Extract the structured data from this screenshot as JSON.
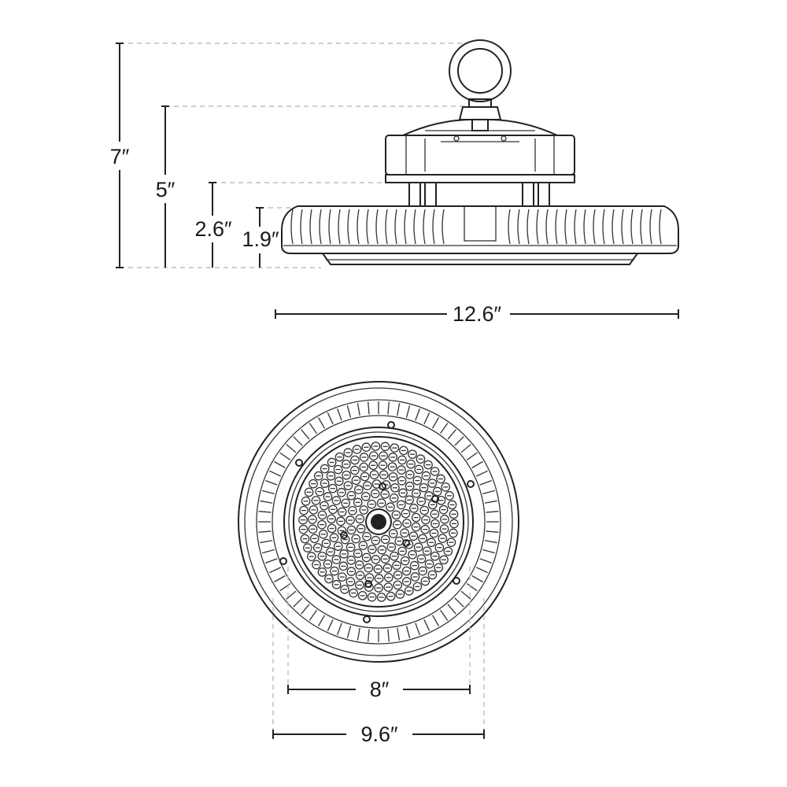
{
  "dimensions": {
    "height_total": "7″",
    "height_to_driver": "5″",
    "height_to_housing": "2.6″",
    "height_housing": "1.9″",
    "width_total": "12.6″",
    "diameter_lens": "8″",
    "diameter_inner": "9.6″"
  },
  "colors": {
    "line": "#222222",
    "dash": "#bdbdbd",
    "background": "#ffffff"
  }
}
